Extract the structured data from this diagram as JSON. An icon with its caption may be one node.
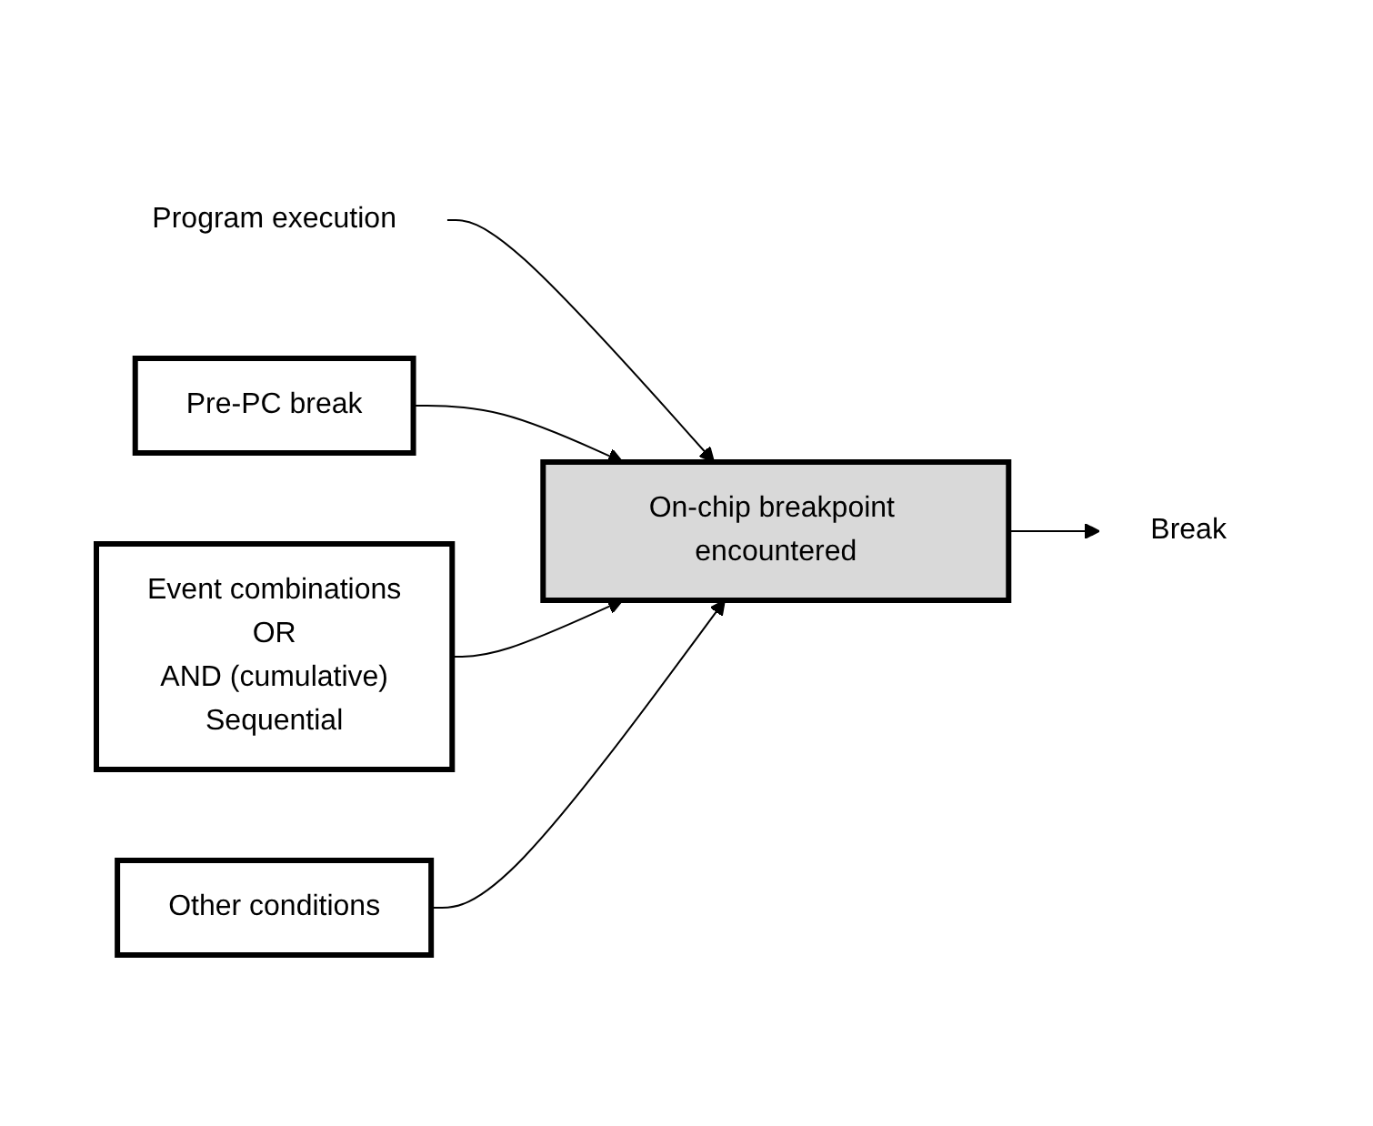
{
  "diagram": {
    "nodes": [
      {
        "text": [
          "Program execution"
        ]
      },
      {
        "text": [
          "Pre-PC break"
        ]
      },
      {
        "text": [
          "Event combinations",
          "OR",
          "AND (cumulative)",
          "Sequential"
        ]
      },
      {
        "text": [
          "Other conditions"
        ]
      },
      {
        "text": [
          "On-chip breakpoint encountered"
        ]
      },
      {
        "text": [
          "Break"
        ]
      }
    ],
    "edges": [
      {
        "from": 0,
        "to": 4,
        "arrow": "to"
      },
      {
        "from": 1,
        "to": 4,
        "arrow": "to"
      },
      {
        "from": 2,
        "to": 4,
        "arrow": "to"
      },
      {
        "from": 3,
        "to": 4,
        "arrow": "to"
      },
      {
        "from": 4,
        "to": 5,
        "arrow": "to"
      }
    ]
  }
}
